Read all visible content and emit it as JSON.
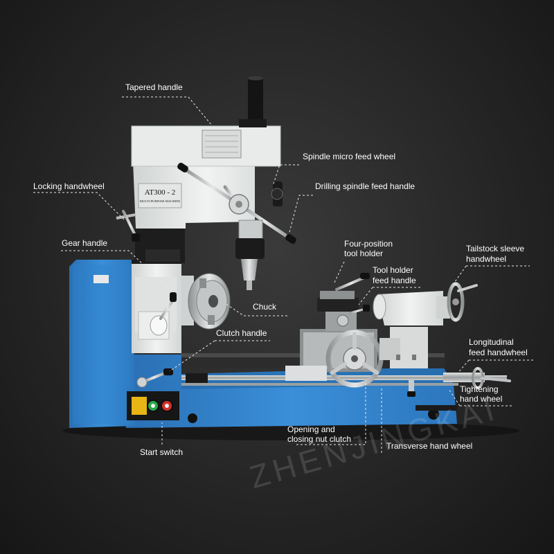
{
  "machine": {
    "model_plate": "AT300 - 2",
    "sub_plate": "MULTI-PURPOSE MACHINE",
    "brand_colors": {
      "body_blue": "#2f7fc8",
      "head_white": "#e9ecea",
      "frame_dark": "#1c1c1c"
    }
  },
  "labels": {
    "tapered_handle": "Tapered handle",
    "spindle_micro_feed_wheel": "Spindle micro feed wheel",
    "locking_handwheel": "Locking handwheel",
    "drilling_spindle_feed_handle": "Drilling spindle feed handle",
    "gear_handle": "Gear handle",
    "four_position_tool_holder_1": "Four-position",
    "four_position_tool_holder_2": "tool holder",
    "tailstock_sleeve_handwheel_1": "Tailstock sleeve",
    "tailstock_sleeve_handwheel_2": "handwheel",
    "tool_holder_feed_handle_1": "Tool holder",
    "tool_holder_feed_handle_2": "feed handle",
    "chuck": "Chuck",
    "clutch_handle": "Clutch handle",
    "longitudinal_feed_handwheel_1": "Longitudinal",
    "longitudinal_feed_handwheel_2": "feed handwheel",
    "tightening_hand_wheel_1": "Tightening",
    "tightening_hand_wheel_2": "hand wheel",
    "opening_closing_nut_clutch_1": "Opening and",
    "opening_closing_nut_clutch_2": "closing nut clutch",
    "transverse_hand_wheel": "Transverse hand wheel",
    "start_switch": "Start switch"
  },
  "watermark": "ZHENJINGKAI"
}
